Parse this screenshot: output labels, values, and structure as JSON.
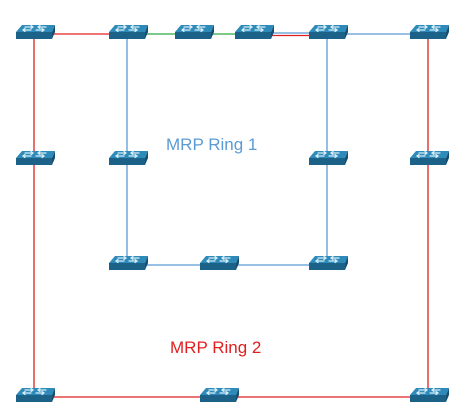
{
  "labels": {
    "ring1": "MRP Ring 1",
    "ring2": "MRP Ring 2"
  },
  "colors": {
    "ring1": "#5B9BD5",
    "ring2": "#E02020",
    "ring_link_green": "#2AA845",
    "switch_top": "#2E8AB8",
    "switch_side": "#1C6288",
    "switch_arrow": "#D8EEF8",
    "background": "#FFFFFF"
  },
  "switch_icon": "network-switch-icon",
  "switches": [
    {
      "id": "sw-tl"
    },
    {
      "id": "sw-t2"
    },
    {
      "id": "sw-t3"
    },
    {
      "id": "sw-t4"
    },
    {
      "id": "sw-t5"
    },
    {
      "id": "sw-tr"
    },
    {
      "id": "sw-ml"
    },
    {
      "id": "sw-r1-l"
    },
    {
      "id": "sw-r1-r"
    },
    {
      "id": "sw-mr"
    },
    {
      "id": "sw-r1-bl"
    },
    {
      "id": "sw-r1-bm"
    },
    {
      "id": "sw-r1-br"
    },
    {
      "id": "sw-bl"
    },
    {
      "id": "sw-bm"
    },
    {
      "id": "sw-br"
    }
  ],
  "links": [
    {
      "from": "sw-tl",
      "to": "sw-t2",
      "ring": "ring2"
    },
    {
      "from": "sw-t2",
      "to": "sw-t3",
      "ring": "green"
    },
    {
      "from": "sw-t3",
      "to": "sw-t4",
      "ring": "green"
    },
    {
      "from": "sw-t4",
      "to": "sw-t5",
      "ring": "ring2+ring1"
    },
    {
      "from": "sw-t5",
      "to": "sw-tr",
      "ring": "ring1"
    },
    {
      "from": "sw-tl",
      "to": "sw-ml",
      "ring": "ring2"
    },
    {
      "from": "sw-ml",
      "to": "sw-bl",
      "ring": "ring2"
    },
    {
      "from": "sw-bl",
      "to": "sw-bm",
      "ring": "ring2"
    },
    {
      "from": "sw-bm",
      "to": "sw-br",
      "ring": "ring2"
    },
    {
      "from": "sw-br",
      "to": "sw-mr",
      "ring": "ring2"
    },
    {
      "from": "sw-mr",
      "to": "sw-tr",
      "ring": "ring2"
    },
    {
      "from": "sw-t2",
      "to": "sw-r1-l",
      "ring": "ring1"
    },
    {
      "from": "sw-r1-l",
      "to": "sw-r1-bl",
      "ring": "ring1"
    },
    {
      "from": "sw-r1-bl",
      "to": "sw-r1-bm",
      "ring": "ring1"
    },
    {
      "from": "sw-r1-bm",
      "to": "sw-r1-br",
      "ring": "ring1"
    },
    {
      "from": "sw-r1-br",
      "to": "sw-r1-r",
      "ring": "ring1"
    },
    {
      "from": "sw-r1-r",
      "to": "sw-t5",
      "ring": "ring1"
    }
  ]
}
